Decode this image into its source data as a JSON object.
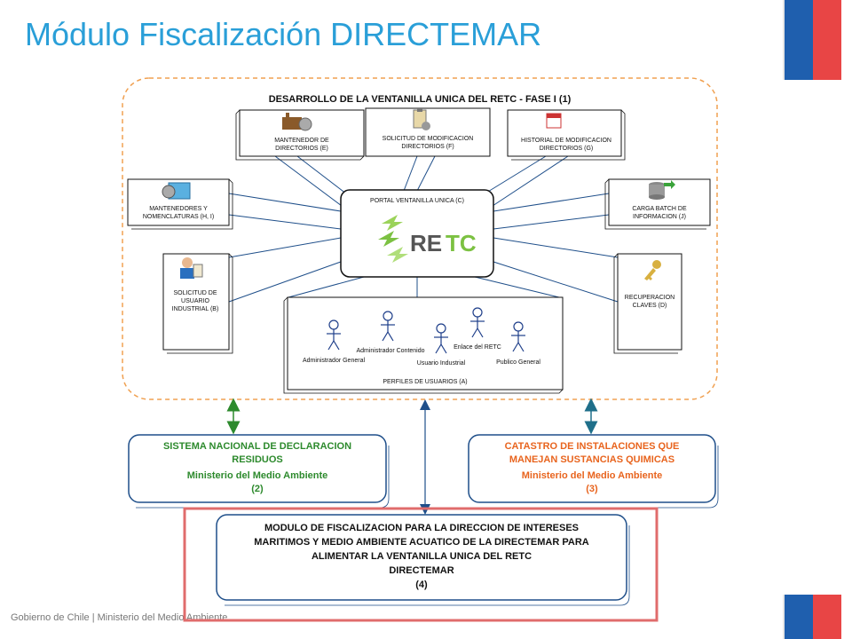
{
  "header": {
    "title": "Módulo Fiscalización DIRECTEMAR"
  },
  "footer": {
    "text": "Gobierno de Chile | Ministerio del Medio Ambiente"
  },
  "colors": {
    "title": "#2a9fd8",
    "flag_blue": "#1f5fae",
    "flag_red": "#e84545",
    "dashed_border": "#f0a050",
    "green_text": "#2d8a2d",
    "orange_text": "#e8641e",
    "highlight": "#e06c6c"
  },
  "diagram": {
    "main_title": "DESARROLLO DE LA VENTANILLA UNICA DEL RETC - FASE I (1)",
    "portal": {
      "label": "PORTAL VENTANILLA UNICA (C)",
      "logo": "RETC"
    },
    "modules": {
      "mantenedor": [
        "MANTENEDOR DE",
        "DIRECTORIOS (E)"
      ],
      "solicitud_mod": [
        "SOLICITUD DE MODIFICACION",
        "DIRECTORIOS (F)"
      ],
      "historial": [
        "HISTORIAL DE MODIFICACION",
        "DIRECTORIOS (G)"
      ],
      "mantenedores": [
        "MANTENEDORES Y",
        "NOMENCLATURAS (H, I)"
      ],
      "carga": [
        "CARGA BATCH DE",
        "INFORMACION (J)"
      ],
      "solicitud_usuario": [
        "SOLICITUD DE",
        "USUARIO",
        "INDUSTRIAL (B)"
      ],
      "recuperacion": [
        "RECUPERACION",
        "CLAVES (D)"
      ]
    },
    "perfiles": {
      "label": "PERFILES DE USUARIOS (A)",
      "actors": [
        "Administrador General",
        "Administrador Contenido",
        "Usuario Industrial",
        "Enlace del RETC",
        "Publico General"
      ]
    },
    "sistema": [
      "SISTEMA NACIONAL DE DECLARACION",
      "RESIDUOS",
      "Ministerio del Medio Ambiente",
      "(2)"
    ],
    "catastro": [
      "CATASTRO DE INSTALACIONES QUE",
      "MANEJAN SUSTANCIAS QUIMICAS",
      "Ministerio del Medio Ambiente",
      "(3)"
    ],
    "modulo": [
      "MODULO DE FISCALIZACION PARA LA DIRECCION DE INTERESES",
      "MARITIMOS Y MEDIO AMBIENTE ACUATICO DE LA DIRECTEMAR PARA",
      "ALIMENTAR LA VENTANILLA UNICA DEL RETC",
      "DIRECTEMAR",
      "(4)"
    ]
  }
}
